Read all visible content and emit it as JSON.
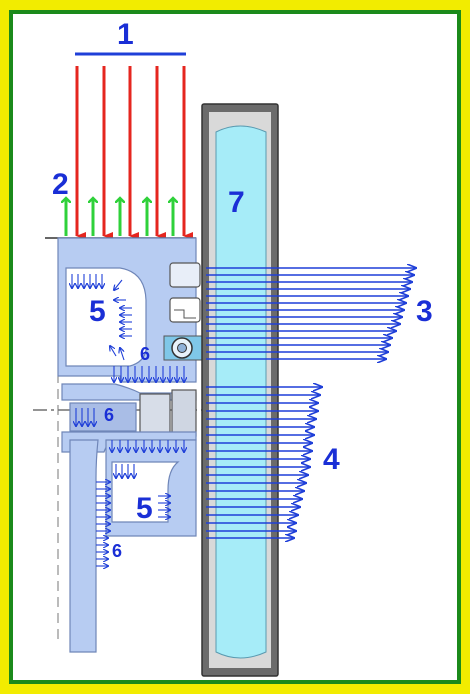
{
  "diagram": {
    "colors": {
      "outer_border": "#f2ec00",
      "inner_border": "#1b8a1b",
      "background": "#ffffff",
      "component_fill": "#b7ccf2",
      "component_edge": "#6f86b8",
      "radiator_frame": "#6b6b6b",
      "coolant": "#a6ecf8",
      "arrow_red": "#e5261f",
      "arrow_green": "#2fd13a",
      "arrow_blue": "#1f3fd8",
      "label": "#1a2fd6"
    },
    "labels": {
      "flow_in": "1",
      "flow_out": "2",
      "heat_out_upper": "3",
      "heat_out_lower": "4",
      "cavity_upper": "5",
      "cavity_lower": "5",
      "gap_upper": "6",
      "gap_middle": "6",
      "gap_lower": "6",
      "radiator": "7"
    },
    "icons": [
      "red-down-arrow",
      "green-up-arrow",
      "blue-heat-arrow"
    ]
  }
}
